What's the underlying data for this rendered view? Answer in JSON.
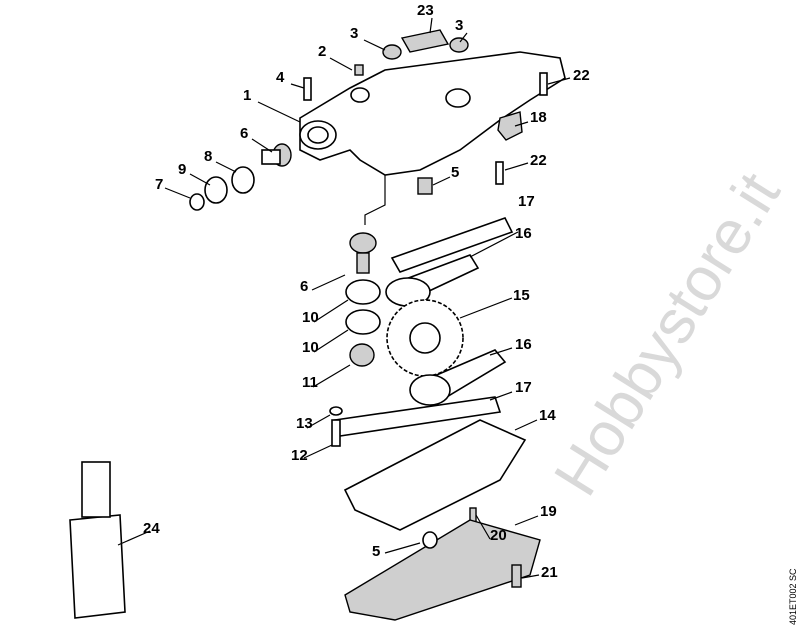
{
  "diagram": {
    "labels": [
      "23",
      "3",
      "3",
      "2",
      "4",
      "22",
      "1",
      "18",
      "6",
      "22",
      "9",
      "8",
      "7",
      "5",
      "17",
      "16",
      "6",
      "15",
      "10",
      "10",
      "16",
      "11",
      "17",
      "13",
      "14",
      "12",
      "24",
      "20",
      "19",
      "5",
      "21"
    ],
    "watermark": "Hobbystore.it",
    "drawing_code": "401ET002 SC"
  }
}
